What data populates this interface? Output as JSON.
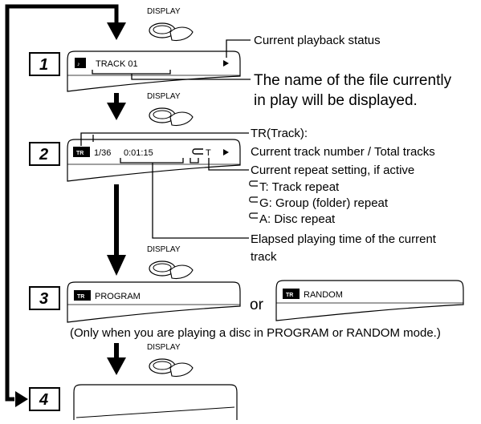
{
  "button_label": "DISPLAY",
  "steps": [
    {
      "number": "1",
      "screen_text": "TRACK 01"
    },
    {
      "number": "2",
      "track_count": "1/36",
      "elapsed_time": "0:01:15",
      "repeat_indicator": "T"
    },
    {
      "number": "3",
      "program_text": "PROGRAM",
      "or_text": "or",
      "random_text": "RANDOM"
    },
    {
      "number": "4"
    }
  ],
  "callouts": {
    "playback_status": "Current playback status",
    "file_name_line1": "The name of the file currently",
    "file_name_line2": "in play will be displayed.",
    "track_line1": "TR(Track):",
    "track_line2": "Current track number / Total tracks",
    "repeat_title": "Current repeat setting, if active",
    "repeat_track": "T: Track repeat",
    "repeat_group": "G: Group (folder) repeat",
    "repeat_disc": "A: Disc repeat",
    "elapsed_line1": "Elapsed playing time of the current",
    "elapsed_line2": "track"
  },
  "note": "(Only when you are playing a disc in PROGRAM or RANDOM mode.)",
  "badges": {
    "tr": "TR",
    "file": "♪"
  }
}
